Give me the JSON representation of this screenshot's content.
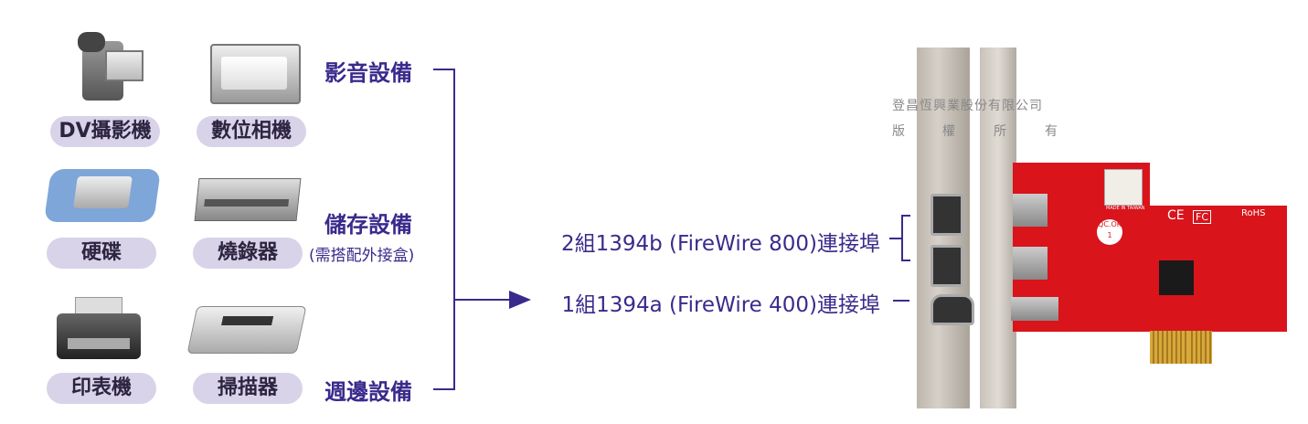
{
  "devices": [
    {
      "label": "DV攝影機",
      "icon": "camcorder-icon"
    },
    {
      "label": "數位相機",
      "icon": "digital-camera-icon"
    },
    {
      "label": "硬碟",
      "icon": "hard-disk-icon"
    },
    {
      "label": "燒錄器",
      "icon": "optical-drive-icon"
    },
    {
      "label": "印表機",
      "icon": "printer-icon"
    },
    {
      "label": "掃描器",
      "icon": "scanner-icon"
    }
  ],
  "categories": {
    "av": "影音設備",
    "storage": "儲存設備",
    "storage_note": "(需搭配外接盒)",
    "peripheral": "週邊設備"
  },
  "ports": {
    "b": "2組1394b (FireWire 800)連接埠",
    "a": "1組1394a (FireWire 400)連接埠"
  },
  "watermark": {
    "company": "登昌恆興業股份有限公司",
    "rights": [
      "版",
      "權",
      "所",
      "有"
    ]
  },
  "card_markings": {
    "made_in": "MADE IN TAIWAN",
    "qc": "QC.OK",
    "qc_num": "1",
    "rohs": "RoHS",
    "ce": "CE",
    "fc": "FC"
  },
  "colors": {
    "accent": "#3b2a8c",
    "pill": "#d8d3e8",
    "pcb": "#d9141b"
  }
}
